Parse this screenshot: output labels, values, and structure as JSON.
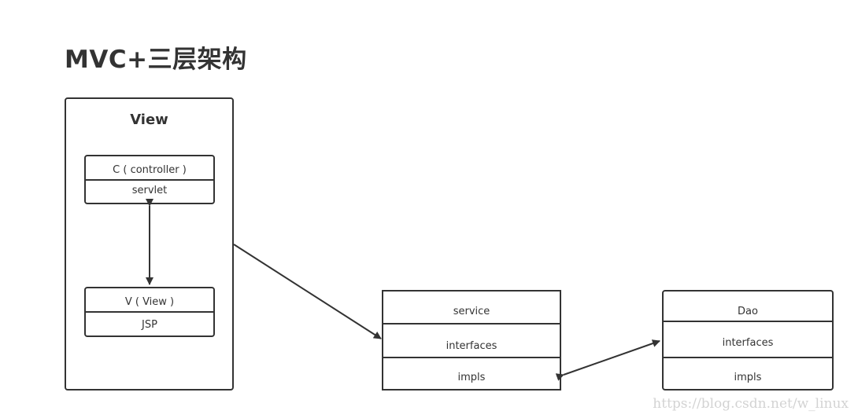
{
  "title": "MVC+三层架构",
  "view": {
    "title": "View",
    "controller_box": {
      "header": "C ( controller )",
      "body": "servlet"
    },
    "view_box": {
      "header": "V ( View )",
      "body": "JSP"
    }
  },
  "service": {
    "rows": [
      "service",
      "interfaces",
      "impls"
    ]
  },
  "dao": {
    "rows": [
      "Dao",
      "interfaces",
      "impls"
    ]
  },
  "watermark": "https://blog.csdn.net/w_linux",
  "colors": {
    "stroke": "#333333",
    "watermark": "#d3d3d3",
    "background": "#ffffff"
  }
}
